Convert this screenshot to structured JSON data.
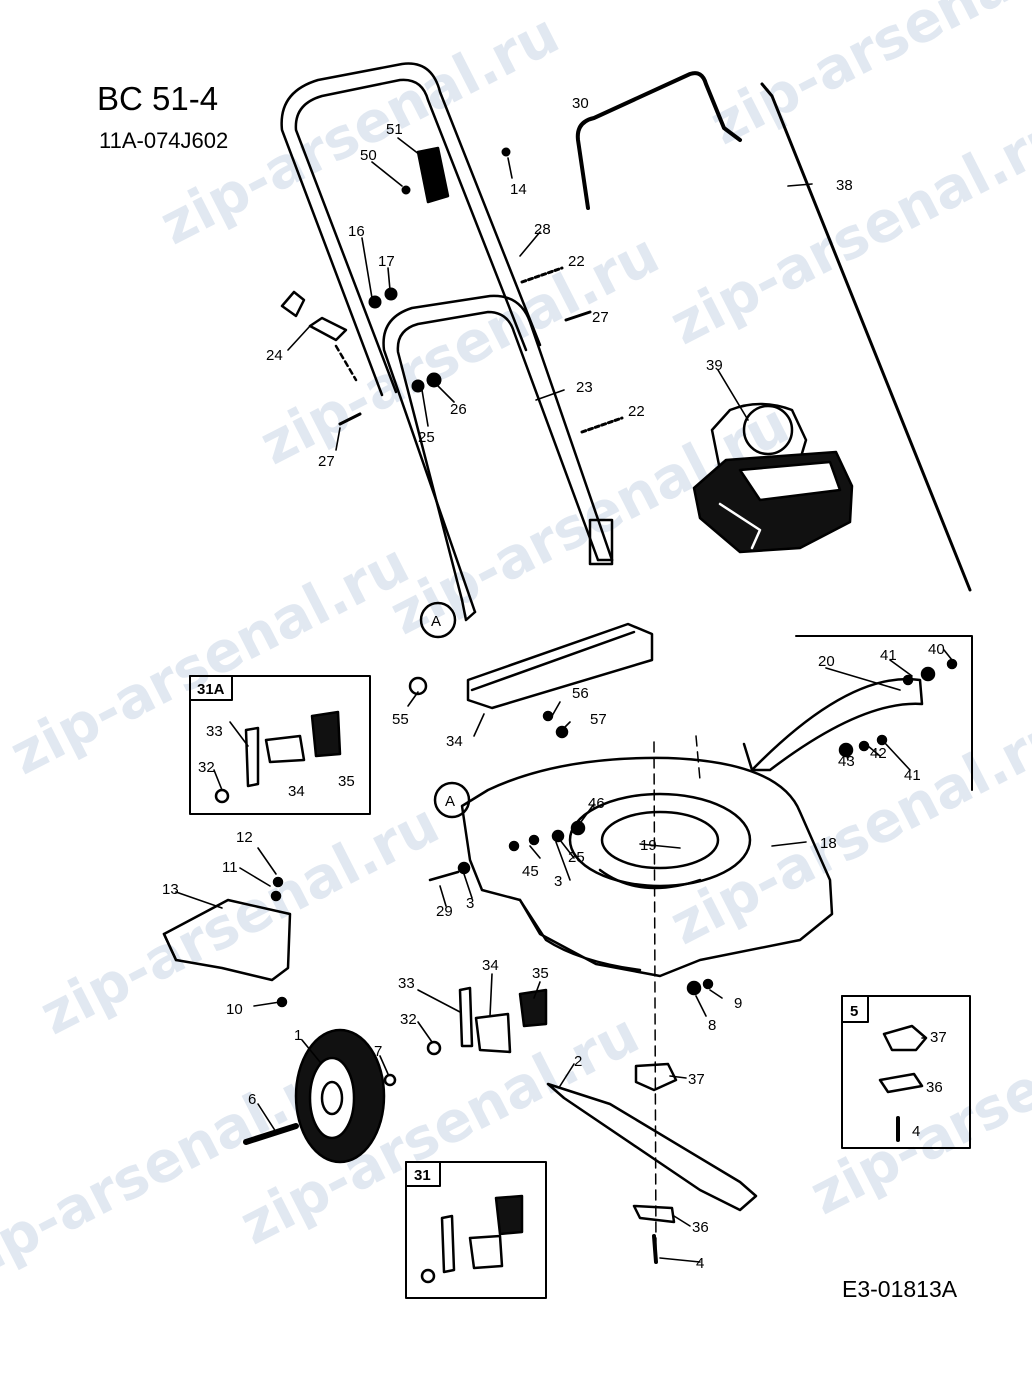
{
  "header": {
    "model": "BC 51-4",
    "part_number": "11A-074J602"
  },
  "footer": {
    "drawing_code": "E3-01813A"
  },
  "watermark": {
    "text": "zip-arsenal.ru"
  },
  "detail_markers": {
    "marker_a_top": "A",
    "marker_a_deck": "A"
  },
  "inset_boxes": {
    "box_31a": "31A",
    "box_31": "31",
    "box_5": "5"
  },
  "callouts": {
    "c1": "1",
    "c2": "2",
    "c3a": "3",
    "c3b": "3",
    "c4a": "4",
    "c4b": "4",
    "c6": "6",
    "c7": "7",
    "c8": "8",
    "c9": "9",
    "c10": "10",
    "c11": "11",
    "c12": "12",
    "c13": "13",
    "c14": "14",
    "c16": "16",
    "c17": "17",
    "c18": "18",
    "c19": "19",
    "c20": "20",
    "c22a": "22",
    "c22b": "22",
    "c23": "23",
    "c24": "24",
    "c25a": "25",
    "c25b": "25",
    "c26": "26",
    "c27a": "27",
    "c27b": "27",
    "c28": "28",
    "c29": "29",
    "c30": "30",
    "c32a": "32",
    "c32b": "32",
    "c33a": "33",
    "c33b": "33",
    "c34a": "34",
    "c34b": "34",
    "c34c": "34",
    "c35a": "35",
    "c35b": "35",
    "c36a": "36",
    "c36b": "36",
    "c37a": "37",
    "c37b": "37",
    "c38": "38",
    "c39": "39",
    "c40": "40",
    "c41a": "41",
    "c41b": "41",
    "c42": "42",
    "c43": "43",
    "c45": "45",
    "c46": "46",
    "c50": "50",
    "c51": "51",
    "c55": "55",
    "c56": "56",
    "c57": "57"
  },
  "colors": {
    "ink": "#000000",
    "paper": "#ffffff",
    "watermark": "#c9d6e6"
  }
}
